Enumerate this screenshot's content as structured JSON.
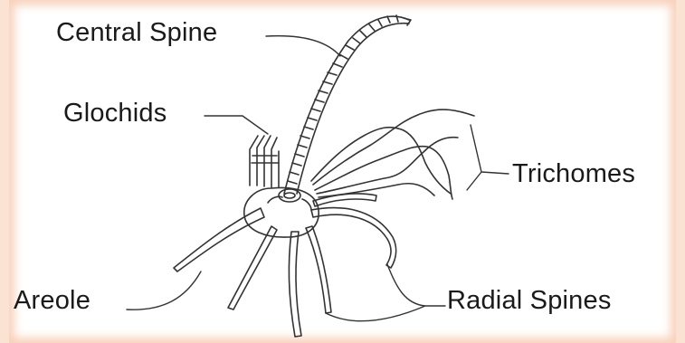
{
  "labels": {
    "central_spine": "Central Spine",
    "glochids": "Glochids",
    "trichomes": "Trichomes",
    "areole": "Areole",
    "radial_spines": "Radial Spines"
  }
}
